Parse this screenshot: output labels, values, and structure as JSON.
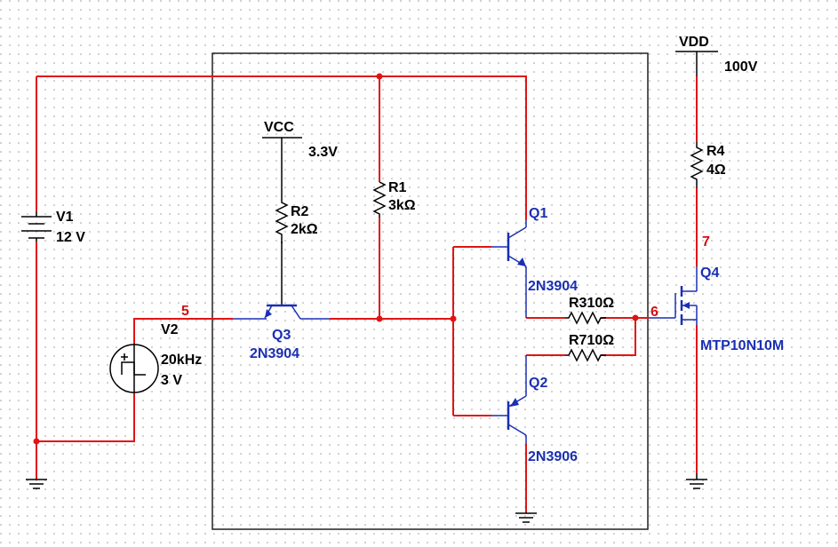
{
  "colors": {
    "wire": "#e01414",
    "component": "#1a2fb3",
    "node_label": "#d01010",
    "text": "#000000"
  },
  "supplies": {
    "vcc": {
      "name": "VCC",
      "value": "3.3V"
    },
    "vdd": {
      "name": "VDD",
      "value": "100V"
    }
  },
  "sources": {
    "v1": {
      "name": "V1",
      "value": "12 V"
    },
    "v2": {
      "name": "V2",
      "freq": "20kHz",
      "value": "3 V"
    }
  },
  "resistors": {
    "r1": {
      "name": "R1",
      "value": "3kΩ"
    },
    "r2": {
      "name": "R2",
      "value": "2kΩ"
    },
    "r3": {
      "label": "R310Ω"
    },
    "r4": {
      "name": "R4",
      "value": "4Ω"
    },
    "r7": {
      "label": "R710Ω"
    }
  },
  "transistors": {
    "q1": {
      "name": "Q1",
      "model": "2N3904"
    },
    "q2": {
      "name": "Q2",
      "model": "2N3906"
    },
    "q3": {
      "name": "Q3",
      "model": "2N3904"
    },
    "q4": {
      "name": "Q4",
      "model": "MTP10N10M"
    }
  },
  "nodes": {
    "n5": "5",
    "n6": "6",
    "n7": "7"
  },
  "icons": [
    "ground-icon",
    "dc-source-icon",
    "square-wave-source-icon",
    "resistor-icon",
    "npn-icon",
    "pnp-icon",
    "nmos-icon"
  ]
}
